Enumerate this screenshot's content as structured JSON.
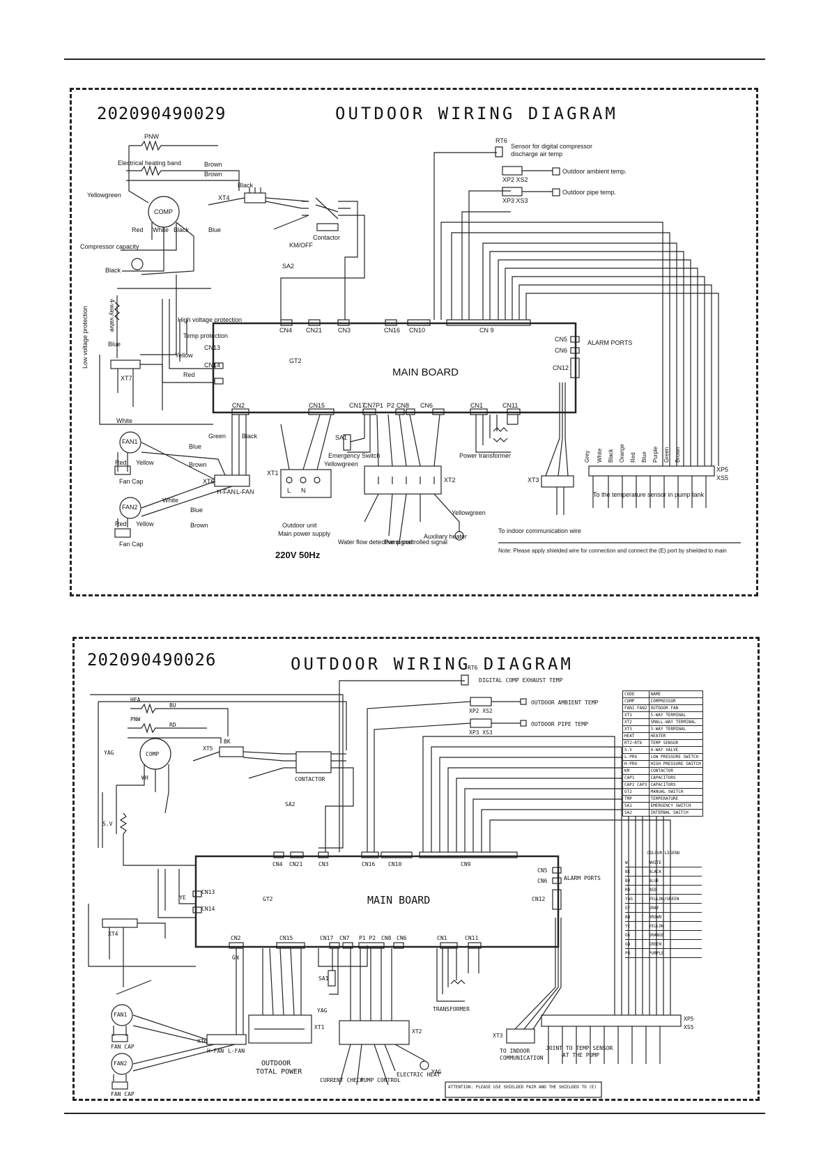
{
  "diagram1": {
    "id": "202090490029",
    "title": "OUTDOOR WIRING DIAGRAM",
    "main_board": "MAIN BOARD",
    "labels": {
      "pnw": "PNW",
      "heating_band": "Electrical heating band",
      "brown1": "Brown",
      "brown2": "Brown",
      "yellowgreen": "Yellowgreen",
      "comp": "COMP",
      "red": "Red",
      "white": "White",
      "black": "Black",
      "blue": "Blue",
      "xt4": "XT4",
      "black_xt4": "Black",
      "comp_cap": "Compressor capacity",
      "black2": "Black",
      "four_way": "4-way valve",
      "low_voltage": "Low voltage protection",
      "high_voltage": "High voltage protection",
      "temp_protection": "Temp protection",
      "cn13": "CN13",
      "cn14": "CN14",
      "yellow": "Yellow",
      "red2": "Red",
      "blue2": "Blue",
      "xt7": "XT7",
      "white2": "White",
      "fan1": "FAN1",
      "fan2": "FAN2",
      "fan_cap1": "Fan Cap",
      "fan_cap2": "Fan Cap",
      "red_fan1": "Red",
      "yellow_fan1": "Yellow",
      "red_fan2": "Red",
      "yellow_fan2": "Yellow",
      "xt6": "XT6",
      "h_fan": "H-FAN",
      "l_fan": "L-FAN",
      "green": "Green",
      "black3": "Black",
      "blue3": "Blue",
      "brown3": "Brown",
      "white3": "White",
      "blue4": "Blue",
      "brown4": "Brown",
      "contactor": "Contactor",
      "km_off": "KM/OFF",
      "sa2": "SA2",
      "rt6": "RT6",
      "sensor_digital": "Sensor for digital compressor",
      "discharge_air": "discharge air temp",
      "xp2_xs2": "XP2 XS2",
      "outdoor_ambient": "Outdoor ambient temp.",
      "xp3_xs3": "XP3 XS3",
      "outdoor_pipe": "Outdoor pipe temp.",
      "alarm_ports": "ALARM PORTS",
      "cn5": "CN5",
      "cn6": "CN6",
      "cn12": "CN12",
      "cn10": "CN10",
      "cn9": "CN 9",
      "cn16": "CN16",
      "cn4": "CN4",
      "cn21": "CN21",
      "cn3": "CN3",
      "cn2": "CN2",
      "cn15": "CN15",
      "cn7": "CN7",
      "cn17": "CN17",
      "p1": "P1",
      "p2": "P2",
      "cn8": "CN8",
      "cn6b": "CN6",
      "cn1": "CN1",
      "cn11": "CN11",
      "gt2": "GT2",
      "sa1": "SA1",
      "emergency": "Emergency Switch",
      "yellowgreen2": "Yellowgreen",
      "xt1": "XT1",
      "l": "L",
      "n": "N",
      "outdoor_unit": "Outdoor unit",
      "main_power": "Main power supply",
      "power_spec": "220V 50Hz",
      "water_flow": "Water flow detective signal",
      "pump_signal": "Pump controlled signal",
      "aux_heater": "Auxiliary heater",
      "xt2": "XT2",
      "yellowgreen3": "Yellowgreen",
      "power_transformer": "Power transformer",
      "xt3": "XT3",
      "indoor_comm": "To indoor communication wire",
      "temp_sensor": "To the temperature sensor in pump tank",
      "xp5": "XP5",
      "xs5": "XS5",
      "note": "Note: Please apply shielded wire for connection and connect the (E) port by shielded to main",
      "wire_grey": "Grey",
      "wire_white": "White",
      "wire_black": "Black",
      "wire_orange": "Orange",
      "wire_red": "Red",
      "wire_blue": "Blue",
      "wire_purple": "Purple",
      "wire_green": "Green",
      "wire_brown": "Brown"
    }
  },
  "diagram2": {
    "id": "202090490026",
    "title": "OUTDOOR WIRING DIAGRAM",
    "main_board": "MAIN BOARD",
    "labels": {
      "hea": "HEA",
      "pnw": "PNW",
      "bu": "BU",
      "rd": "RD",
      "yag": "YAG",
      "comp": "COMP",
      "xt5": "XT5",
      "bk": "BK",
      "wh": "WH",
      "contactor": "CONTACTOR",
      "sa2": "SA2",
      "sv": "S.V",
      "cn4": "CN4",
      "cn21": "CN21",
      "cn3": "CN3",
      "cn16": "CN16",
      "cn10": "CN10",
      "cn9": "CN9",
      "cn5": "CN5",
      "cn6": "CN6",
      "cn12": "CN12",
      "cn13": "CN13",
      "cn14": "CN14",
      "ye": "YE",
      "xt4": "XT4",
      "cn2": "CN2",
      "cn15": "CN15",
      "cn17": "CN17",
      "cn7": "CN7",
      "p1p2": "P1 P2",
      "cn8": "CN8",
      "cn6b": "CN6",
      "cn1": "CN1",
      "cn11": "CN11",
      "gt2": "GT2",
      "sa1": "SA1",
      "fan1": "FAN1",
      "fan2": "FAN2",
      "fan_cap1": "FAN CAP",
      "fan_cap2": "FAN CAP",
      "xt6": "XT6",
      "h_fan": "H-FAN",
      "l_fan": "L-FAN",
      "gn": "GN",
      "rt6": "RT6",
      "digital_comp": "DIGITAL COMP EXHAUST TEMP",
      "xp2_xs2": "XP2 XS2",
      "ambient": "OUTDOOR AMBIENT TEMP",
      "xp3_xs3": "XP3 XS3",
      "pipe": "OUTDOOR PIPE TEMP",
      "alarm_ports": "ALARM PORTS",
      "xt1": "XT1",
      "outdoor": "OUTDOOR",
      "total_power": "TOTAL POWER",
      "current_check": "CURRENT CHECK",
      "pump_control": "PUMP CONTROL",
      "electric_heat": "ELECTRIC HEAT",
      "xt2": "XT2",
      "transformer": "TRANSFORMER",
      "xt3": "XT3",
      "to_indoor": "TO INDOOR",
      "communication": "COMMUNICATION",
      "joint_temp": "JOINT TO TEMP SENSOR",
      "at_pump": "AT THE PUMP",
      "xp5": "XP5",
      "xs5": "XS5",
      "yag2": "YAG",
      "yag3": "YAG",
      "attention": "ATTENTION: PLEASE USE SHIELDED PAIR AND THE SHIELDED TO (E)",
      "colour_legend": "COLOUR LEGEND"
    },
    "component_legend": [
      [
        "CODE",
        "NAME"
      ],
      [
        "COMP",
        "COMPRESSOR"
      ],
      [
        "FAN1 FAN2",
        "OUTDOOR FAN"
      ],
      [
        "XT1",
        "5-WAY TERMINAL"
      ],
      [
        "XT2",
        "SMALL-WAY TERMINAL"
      ],
      [
        "XT3",
        "3-WAY TERMINAL"
      ],
      [
        "HEAT",
        "HEATER"
      ],
      [
        "RT2~RT6",
        "TEMP SENSOR"
      ],
      [
        "S.V",
        "4-WAY VALVE"
      ],
      [
        "L-PRO",
        "LOW PRESSURE SWITCH"
      ],
      [
        "H-PRO",
        "HIGH PRESSURE SWITCH"
      ],
      [
        "KM",
        "CONTACTOR"
      ],
      [
        "CAP1",
        "CAPACITORS"
      ],
      [
        "CAP2 CAP3",
        "CAPACITORS"
      ],
      [
        "GT2",
        "MANUAL SWITCH"
      ],
      [
        "TMP",
        "TEMPERATURE"
      ],
      [
        "SA1",
        "EMERGENCY SWITCH"
      ],
      [
        "SA2",
        "INTERNAL SWITCH"
      ]
    ],
    "colour_legend": [
      [
        "W",
        "WHITE"
      ],
      [
        "BK",
        "BLACK"
      ],
      [
        "BU",
        "BLUE"
      ],
      [
        "RD",
        "RED"
      ],
      [
        "YAG",
        "YELLOW/GREEN"
      ],
      [
        "GY",
        "GRAY"
      ],
      [
        "BN",
        "BROWN"
      ],
      [
        "YE",
        "YELLOW"
      ],
      [
        "OG",
        "ORANGE"
      ],
      [
        "GN",
        "GREEN"
      ],
      [
        "PU",
        "PURPLE"
      ]
    ]
  }
}
